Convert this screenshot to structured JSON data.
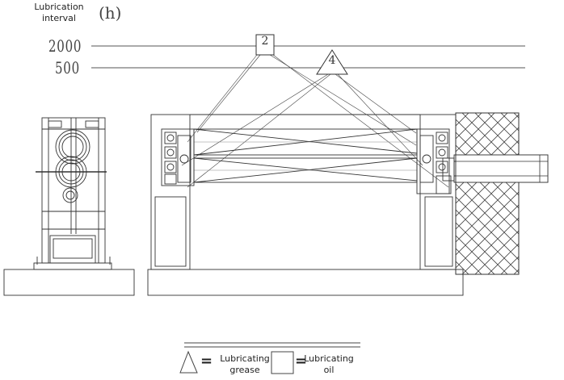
{
  "axis": {
    "title": "Lubrication\ninterval",
    "unit": "(h)",
    "levels": [
      {
        "value": "2000"
      },
      {
        "value": "500"
      }
    ]
  },
  "markers": {
    "oil_marker": {
      "label": "2",
      "shape": "square"
    },
    "grease_marker": {
      "label": "4",
      "shape": "triangle"
    }
  },
  "legend": {
    "grease": {
      "symbol": "triangle",
      "equals": "=",
      "text": "Lubricating\ngrease"
    },
    "oil": {
      "symbol": "square",
      "equals": "=",
      "text": "Lubricating\noil"
    }
  },
  "colors": {
    "line": "#333333",
    "hatch": "#444444",
    "background": "#ffffff"
  }
}
